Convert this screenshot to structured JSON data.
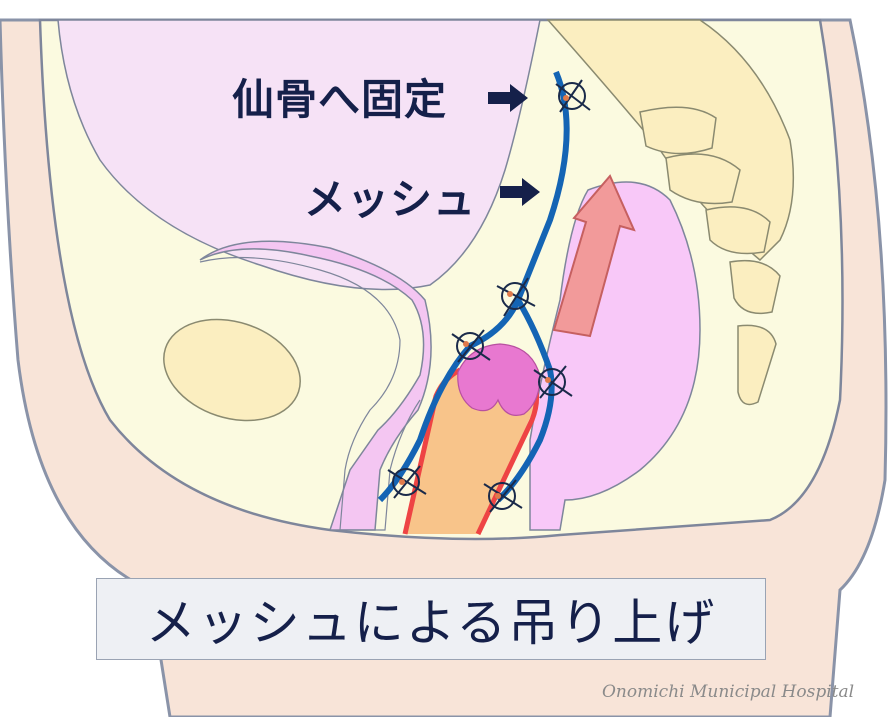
{
  "labels": {
    "sacrum_fixation": "仙骨へ固定",
    "mesh": "メッシュ"
  },
  "caption": "メッシュによる吊り上げ",
  "watermark": "Onomichi Municipal Hospital",
  "icons": {
    "pointer": "right-arrow-icon",
    "lift_direction": "up-arrow-icon",
    "suture": "suture-knot-icon"
  },
  "colors": {
    "mesh": "#1464b4",
    "arrow": "#f29a9a",
    "vaginal_wall": "#ee4444",
    "uterus": "#f8c8f8",
    "cervix": "#e878d0",
    "bone": "#fbeec0",
    "label_text": "#15204a"
  }
}
